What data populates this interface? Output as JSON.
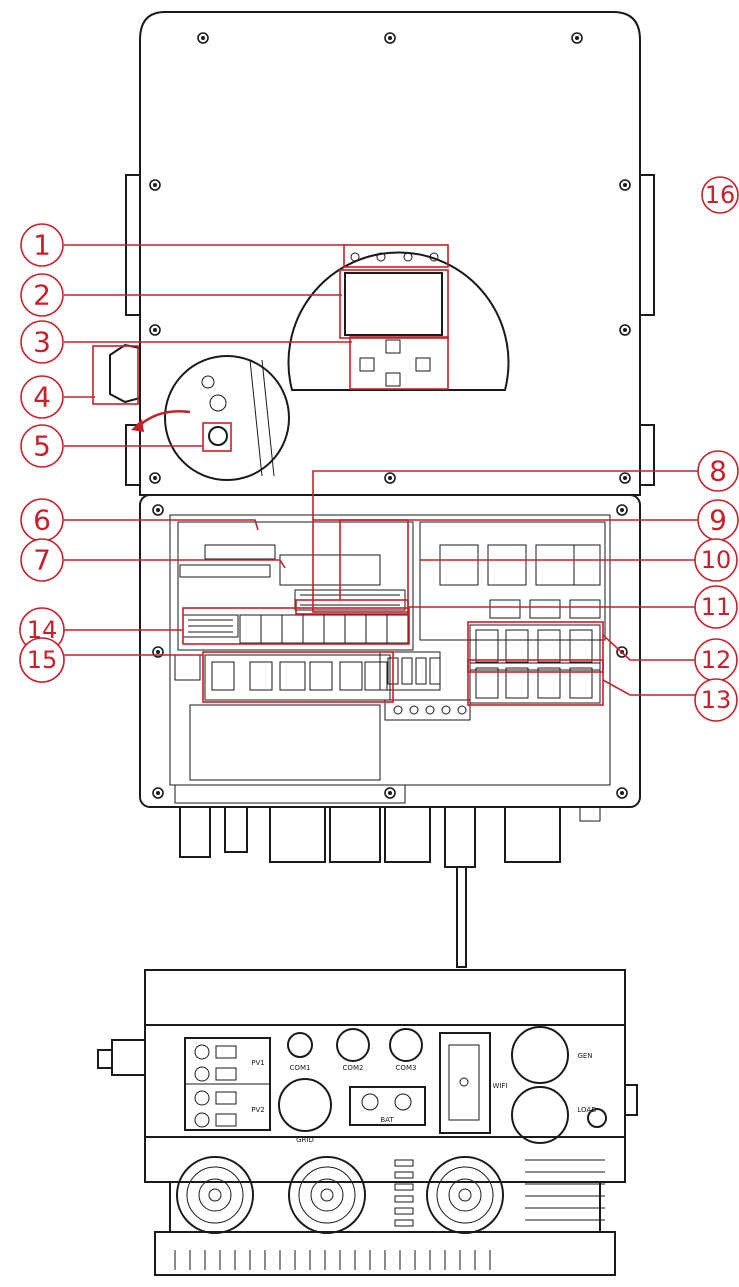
{
  "callouts": [
    {
      "label": "1"
    },
    {
      "label": "2"
    },
    {
      "label": "3"
    },
    {
      "label": "4"
    },
    {
      "label": "5"
    },
    {
      "label": "6"
    },
    {
      "label": "7"
    },
    {
      "label": "8"
    },
    {
      "label": "9"
    },
    {
      "label": "10"
    },
    {
      "label": "11"
    },
    {
      "label": "12"
    },
    {
      "label": "13"
    },
    {
      "label": "14"
    },
    {
      "label": "15"
    },
    {
      "label": "16"
    }
  ],
  "bottom_labels": {
    "pv1": "PV1",
    "pv2": "PV2",
    "com1": "COM1",
    "com2": "COM2",
    "com3": "COM3",
    "grid": "GRID",
    "bat": "BAT",
    "wifi": "WIFI",
    "gen": "GEN",
    "load": "LOAD"
  },
  "colors": {
    "callout": "#c8202a",
    "line": "#1a1a1a"
  }
}
